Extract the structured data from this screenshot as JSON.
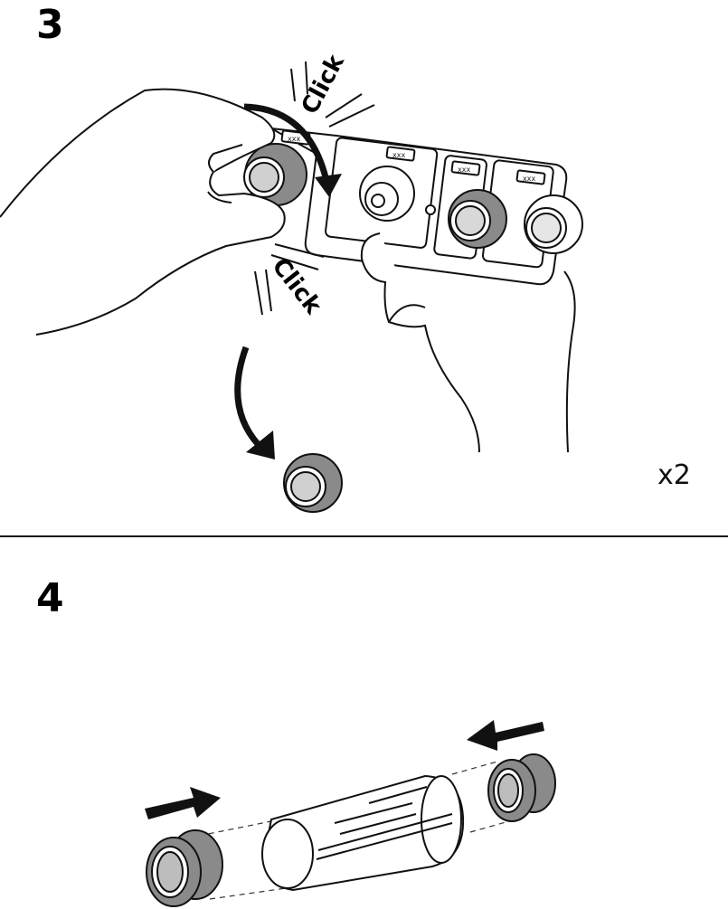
{
  "step3": {
    "number": "3",
    "click_top": "Click",
    "click_bottom": "Click",
    "cap_labels": [
      "xxx",
      "xxx",
      "xxx",
      "xxx"
    ],
    "multiplier": "x2"
  },
  "step4": {
    "number": "4"
  },
  "colors": {
    "cap_gray": "#8a8a8a",
    "outline": "#111111"
  },
  "icons": [
    "hand-icon",
    "cap-frame-icon",
    "end-cap-icon",
    "roller-tube-icon",
    "curved-arrow-icon",
    "straight-arrow-icon"
  ]
}
